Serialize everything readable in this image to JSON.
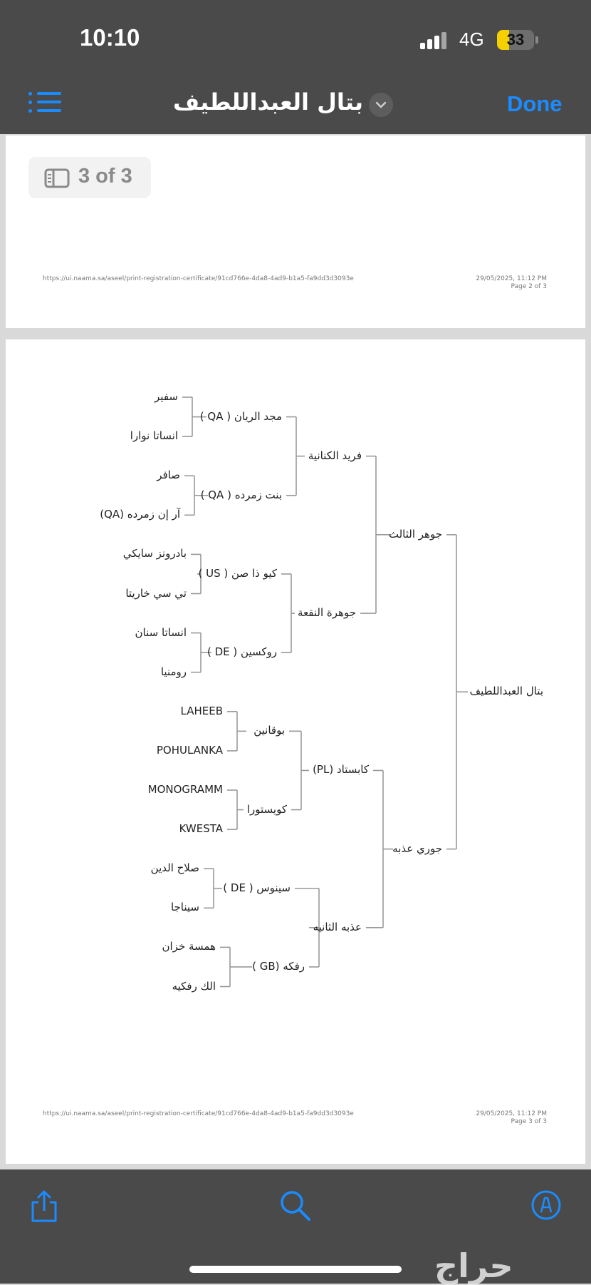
{
  "status_bar": {
    "time": "10:10",
    "network": "4G",
    "battery": "33",
    "battery_level": 0.33
  },
  "nav": {
    "title": "بتال العبداللطيف",
    "done_label": "Done"
  },
  "page_indicator": "3 of 3",
  "pages": [
    {
      "url": "https://ui.naama.sa/aseel/print-registration-certificate/91cd766e-4da8-4ad9-b1a5-fa9dd3d3093e",
      "date": "29/05/2025, 11:12 PM",
      "page_label": "Page 2 of 3"
    },
    {
      "url": "https://ui.naama.sa/aseel/print-registration-certificate/91cd766e-4da8-4ad9-b1a5-fa9dd3d3093e",
      "date": "29/05/2025, 11:12 PM",
      "page_label": "Page 3 of 3"
    }
  ],
  "pedigree": {
    "root": "بتال العبداللطيف",
    "gen1": [
      "جوهر الثالث",
      "جوري عذبه"
    ],
    "gen2": [
      "فريد الكنانية",
      "جوهرة النقعة",
      "كابستاد (PL)",
      "عذبه الثانيه"
    ],
    "gen3": [
      "مجد الريان ( QA )",
      "بنت زمرده ( QA )",
      "كيو ذا صن ( US )",
      "روكسين ( DE )",
      "بوقانين",
      "كويستورا",
      "سينوس ( DE )",
      "رفكه (GB )"
    ],
    "gen4": [
      "سفير",
      "انساتا نوارا",
      "صافر",
      "آر إن زمرده (QA)",
      "بادرونز سايكي",
      "تي سي خاريتا",
      "انساتا سنان",
      "رومنيا",
      "LAHEEB",
      "POHULANKA",
      "MONOGRAMM",
      "KWESTA",
      "صلاح الدين",
      "سيناجا",
      "همسة خزان",
      "الك رفكيه"
    ]
  },
  "toolbar": {
    "share_icon": "share-icon",
    "search_icon": "search-icon",
    "markup_icon": "markup-icon"
  },
  "watermark": "حراج",
  "colors": {
    "accent": "#1a8cff",
    "bar": "#4a4a4a",
    "line": "#999999"
  }
}
